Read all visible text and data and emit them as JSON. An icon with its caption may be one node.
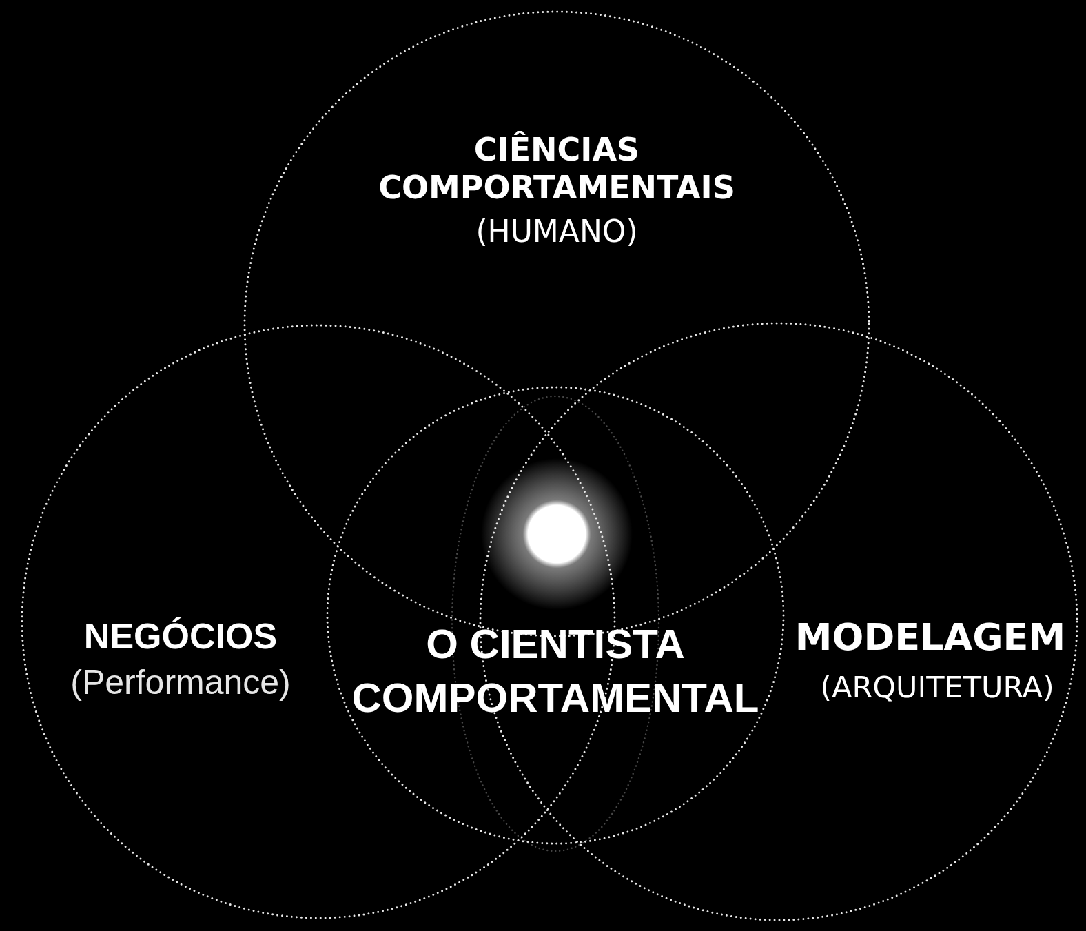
{
  "diagram": {
    "nodes": [
      {
        "text": [
          "CIÊNCIAS COMPORTAMENTAIS",
          "(HUMANO)"
        ]
      },
      {
        "text": [
          "NEGÓCIOS",
          "(Performance)"
        ]
      },
      {
        "text": [
          "MODELAGEM",
          "(ARQUITETURA)"
        ]
      },
      {
        "text": [
          "O CIENTISTA COMPORTAMENTAL"
        ]
      },
      {
        "text": [],
        "shape": "circle"
      }
    ]
  }
}
